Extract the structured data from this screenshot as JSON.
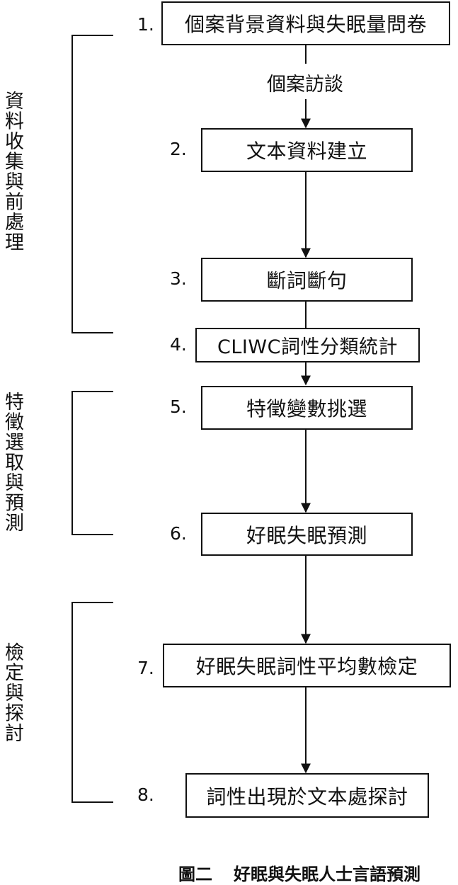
{
  "steps": [
    {
      "number": "1.",
      "label": "個案背景資料與失眠量問卷"
    },
    {
      "number": "2.",
      "label": "文本資料建立"
    },
    {
      "number": "3.",
      "label": "斷詞斷句"
    },
    {
      "number": "4.",
      "label": "CLIWC詞性分類統計"
    },
    {
      "number": "5.",
      "label": "特徵變數挑選"
    },
    {
      "number": "6.",
      "label": "好眠失眠預測"
    },
    {
      "number": "7.",
      "label": "好眠失眠詞性平均數檢定"
    },
    {
      "number": "8.",
      "label": "詞性出現於文本處探討"
    }
  ],
  "interview_label": "個案訪談",
  "phases": [
    {
      "label": "資料收集與前處理"
    },
    {
      "label": "特徵選取與預測"
    },
    {
      "label": "檢定與探討"
    }
  ],
  "caption": {
    "figure_number": "圖二",
    "title": "好眠與失眠人士言語預測"
  }
}
